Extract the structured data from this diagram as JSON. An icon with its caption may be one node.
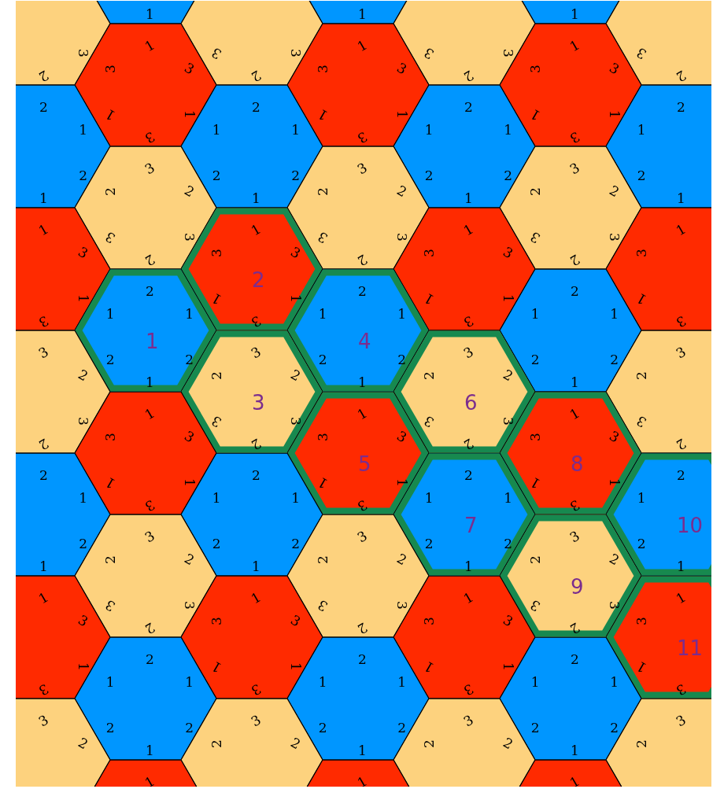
{
  "diagram": {
    "nodes": [
      {
        "text": [
          "1"
        ]
      },
      {
        "text": [
          "1"
        ]
      },
      {
        "text": [
          "1"
        ]
      },
      {
        "text": [
          "3",
          "2"
        ]
      },
      {
        "text": [
          "3",
          "3",
          "2"
        ]
      },
      {
        "text": [
          "3",
          "3",
          "2"
        ]
      },
      {
        "text": [
          "3",
          "2"
        ]
      },
      {
        "text": [
          "1",
          "3",
          "3",
          "1",
          "1",
          "3"
        ]
      },
      {
        "text": [
          "1",
          "3",
          "3",
          "1",
          "1",
          "3"
        ]
      },
      {
        "text": [
          "1",
          "3",
          "3",
          "1",
          "1",
          "3"
        ]
      },
      {
        "text": [
          "2",
          "1",
          "2",
          "1"
        ]
      },
      {
        "text": [
          "2",
          "1",
          "1",
          "2",
          "2",
          "1"
        ]
      },
      {
        "text": [
          "2",
          "1",
          "1",
          "2",
          "2",
          "1"
        ]
      },
      {
        "text": [
          "2",
          "1",
          "2",
          "1"
        ]
      },
      {
        "text": [
          "3",
          "2",
          "2",
          "3",
          "3",
          "2"
        ]
      },
      {
        "text": [
          "3",
          "2",
          "2",
          "3",
          "3",
          "2"
        ]
      },
      {
        "text": [
          "3",
          "2",
          "2",
          "3",
          "3",
          "2"
        ]
      },
      {
        "text": [
          "1",
          "3",
          "1",
          "3"
        ]
      },
      {
        "text": [
          "1",
          "3",
          "3",
          "2",
          "1",
          "1",
          "3"
        ]
      },
      {
        "text": [
          "1",
          "3",
          "3",
          "1",
          "1",
          "3"
        ]
      },
      {
        "text": [
          "1",
          "3",
          "1",
          "3"
        ]
      },
      {
        "text": [
          "2",
          "1",
          "1",
          "1",
          "2",
          "2",
          "1"
        ]
      },
      {
        "text": [
          "2",
          "1",
          "1",
          "4",
          "2",
          "2",
          "1"
        ]
      },
      {
        "text": [
          "2",
          "1",
          "1",
          "2",
          "2",
          "1"
        ]
      },
      {
        "text": [
          "3",
          "2",
          "3",
          "2"
        ]
      },
      {
        "text": [
          "3",
          "2",
          "2",
          "3",
          "3",
          "3",
          "2"
        ]
      },
      {
        "text": [
          "3",
          "2",
          "2",
          "6",
          "3",
          "3",
          "2"
        ]
      },
      {
        "text": [
          "3",
          "2",
          "3",
          "2"
        ]
      },
      {
        "text": [
          "1",
          "3",
          "3",
          "1",
          "1",
          "3"
        ]
      },
      {
        "text": [
          "1",
          "3",
          "3",
          "5",
          "1",
          "1",
          "3"
        ]
      },
      {
        "text": [
          "1",
          "3",
          "3",
          "8",
          "1",
          "1",
          "3"
        ]
      },
      {
        "text": [
          "2",
          "1",
          "2",
          "1"
        ]
      },
      {
        "text": [
          "2",
          "1",
          "1",
          "2",
          "2",
          "1"
        ]
      },
      {
        "text": [
          "2",
          "1",
          "1",
          "7",
          "2",
          "2",
          "1"
        ]
      },
      {
        "text": [
          "2",
          "1",
          "10",
          "2",
          "1"
        ]
      },
      {
        "text": [
          "3",
          "2",
          "2",
          "3",
          "3",
          "2"
        ]
      },
      {
        "text": [
          "3",
          "2",
          "2",
          "3",
          "3",
          "2"
        ]
      },
      {
        "text": [
          "3",
          "2",
          "2",
          "9",
          "3",
          "3",
          "2"
        ]
      },
      {
        "text": [
          "1",
          "3",
          "1",
          "3"
        ]
      },
      {
        "text": [
          "1",
          "3",
          "3",
          "1",
          "1",
          "3"
        ]
      },
      {
        "text": [
          "1",
          "3",
          "3",
          "1",
          "1",
          "3"
        ]
      },
      {
        "text": [
          "1",
          "3",
          "11",
          "1",
          "3"
        ]
      },
      {
        "text": [
          "2",
          "1",
          "1",
          "2",
          "2",
          "1"
        ]
      },
      {
        "text": [
          "2",
          "1",
          "1",
          "2",
          "2",
          "1"
        ]
      },
      {
        "text": [
          "2",
          "1",
          "1",
          "2",
          "2",
          "1"
        ]
      },
      {
        "text": [
          "3",
          "2"
        ]
      },
      {
        "text": [
          "3",
          "2",
          "2"
        ]
      },
      {
        "text": [
          "3",
          "2",
          "2"
        ]
      },
      {
        "text": [
          "3",
          "2"
        ]
      },
      {
        "text": [
          "1"
        ]
      },
      {
        "text": [
          "1"
        ]
      },
      {
        "text": [
          "1"
        ]
      }
    ]
  }
}
